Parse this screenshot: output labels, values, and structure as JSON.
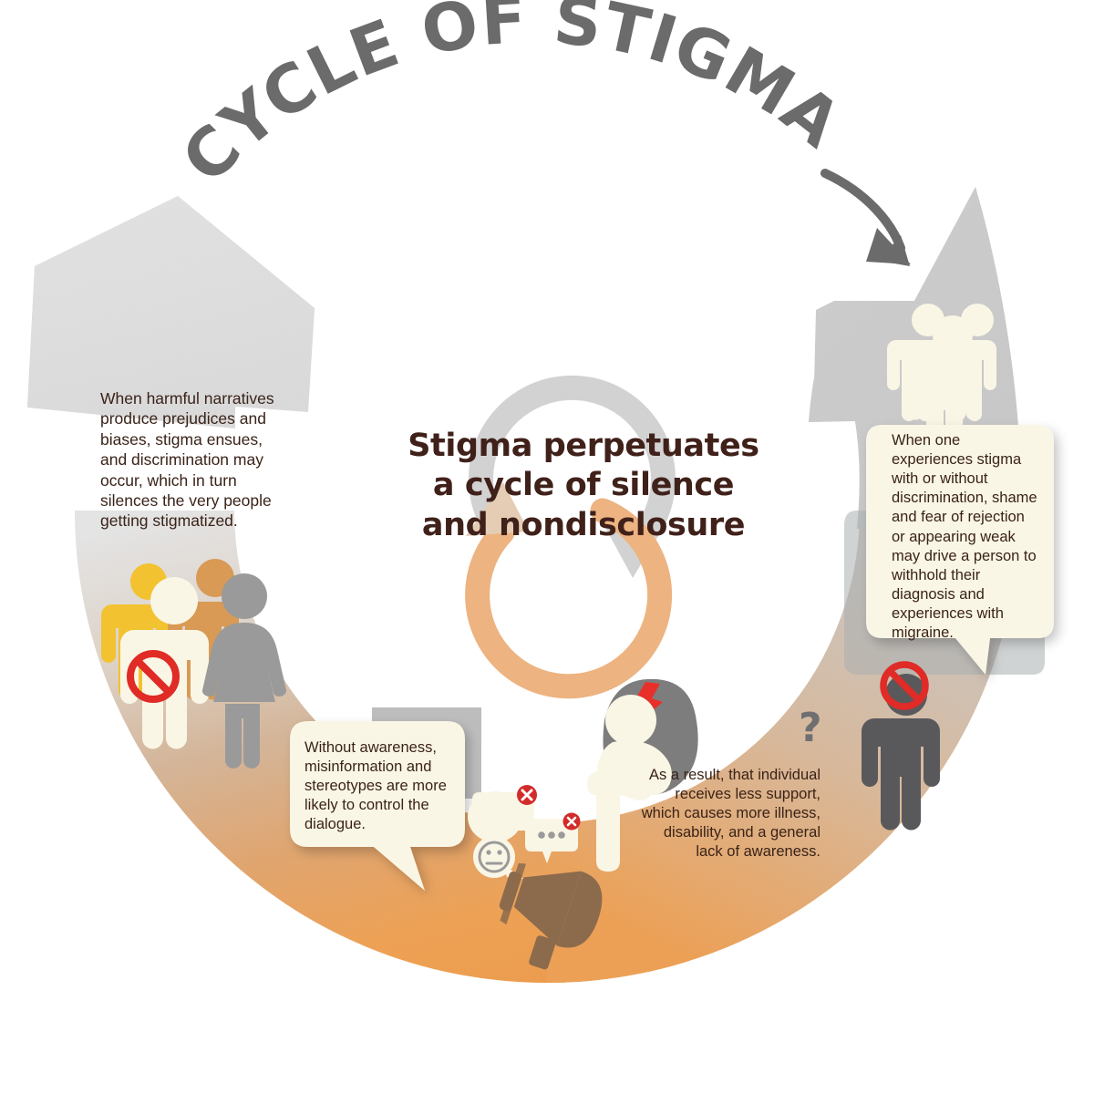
{
  "title": {
    "text": "CYCLE OF STIGMA",
    "color": "#6B6B6B"
  },
  "center": {
    "headline": "Stigma perpetuates\na cycle of silence\nand nondisclosure",
    "color": "#40211A",
    "cycle_icon": {
      "top_arrow_color": "#D2D2D2",
      "bottom_arrow_color": "#EDB381"
    }
  },
  "stages": [
    {
      "id": "stage-stigma-experienced",
      "position": "top-right",
      "text": "When one experiences stigma with or without discrimination, shame and fear of rejection or appearing weak may drive a person to withhold their diagnosis and experiences with migraine.",
      "bubble_bg": "#FAF6E6",
      "icon": "three-people-icon"
    },
    {
      "id": "stage-less-support",
      "position": "bottom-right",
      "text": "As a result, that individual receives less support, which causes more illness, disability, and a general lack of awareness.",
      "icon": "person-in-pain-icon"
    },
    {
      "id": "stage-misinformation",
      "position": "bottom-left",
      "text": "Without awareness, misinformation and stereotypes are more likely to control the dialogue.",
      "bubble_bg": "#FAF6E6",
      "icon": "megaphone-icon"
    },
    {
      "id": "stage-harmful-narratives",
      "position": "top-left",
      "text": "When harmful narratives produce prejudices and biases, stigma ensues, and discrimination may occur, which in turn silences the very people getting stigmatized.",
      "icon": "group-of-people-icon"
    }
  ],
  "annotations": {
    "question_mark": "?"
  },
  "icons": {
    "group_people_colors": [
      "#F2C230",
      "#FAF6E6",
      "#D89A55",
      "#9A9A9A"
    ],
    "three_people_color": "#FAF6E6",
    "withheld_person_color": "#59595C",
    "prohibition_color": "#E02B26",
    "pain_bolt_color": "#E8302A",
    "megaphone_color": "#8C6B4D",
    "chat_badge_color": "#D32B2B",
    "chat_bubble_color": "#FAF6E6"
  },
  "band": {
    "gradient_top_left": "#E3E3E3",
    "gradient_mid": "#D8BFA5",
    "gradient_bottom": "#F0A355",
    "gradient_right_top": "#CFCFCF"
  }
}
